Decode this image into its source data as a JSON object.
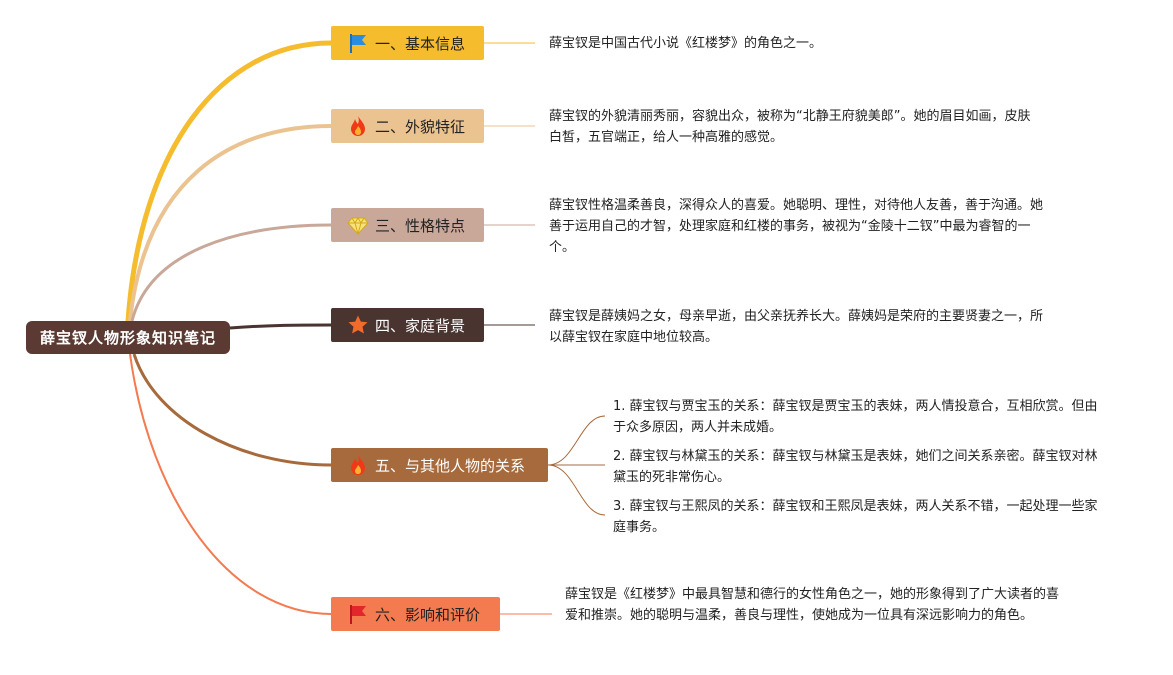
{
  "root": {
    "label": "薛宝钗人物形象知识笔记"
  },
  "branches": [
    {
      "label": "一、基本信息",
      "icon": "flag-icon",
      "color": "#f5bc2e",
      "note": "薛宝钗是中国古代小说《红楼梦》的角色之一。"
    },
    {
      "label": "二、外貌特征",
      "icon": "fire-icon",
      "color": "#ebc391",
      "note": "薛宝钗的外貌清丽秀丽，容貌出众，被称为“北静王府貌美郎”。她的眉目如画，皮肤白皙，五官端正，给人一种高雅的感觉。"
    },
    {
      "label": "三、性格特点",
      "icon": "diamond-icon",
      "color": "#c9a89a",
      "note": "薛宝钗性格温柔善良，深得众人的喜爱。她聪明、理性，对待他人友善，善于沟通。她善于运用自己的才智，处理家庭和红楼的事务，被视为“金陵十二钗”中最为睿智的一个。"
    },
    {
      "label": "四、家庭背景",
      "icon": "star-icon",
      "color": "#4a3430",
      "note": "薛宝钗是薛姨妈之女，母亲早逝，由父亲抚养长大。薛姨妈是荣府的主要贤妻之一，所以薛宝钗在家庭中地位较高。"
    },
    {
      "label": "五、与其他人物的关系",
      "icon": "fire-icon",
      "color": "#a76a3d",
      "items": [
        "1. 薛宝钗与贾宝玉的关系：薛宝钗是贾宝玉的表妹，两人情投意合，互相欣赏。但由于众多原因，两人并未成婚。",
        "2. 薛宝钗与林黛玉的关系：薛宝钗与林黛玉是表妹，她们之间关系亲密。薛宝钗对林黛玉的死非常伤心。",
        "3. 薛宝钗与王熙凤的关系：薛宝钗和王熙凤是表妹，两人关系不错，一起处理一些家庭事务。"
      ]
    },
    {
      "label": "六、影响和评价",
      "icon": "flag-icon",
      "color": "#f47a50",
      "note": "薛宝钗是《红楼梦》中最具智慧和德行的女性角色之一，她的形象得到了广大读者的喜爱和推崇。她的聪明与温柔，善良与理性，使她成为一位具有深远影响力的角色。"
    }
  ]
}
